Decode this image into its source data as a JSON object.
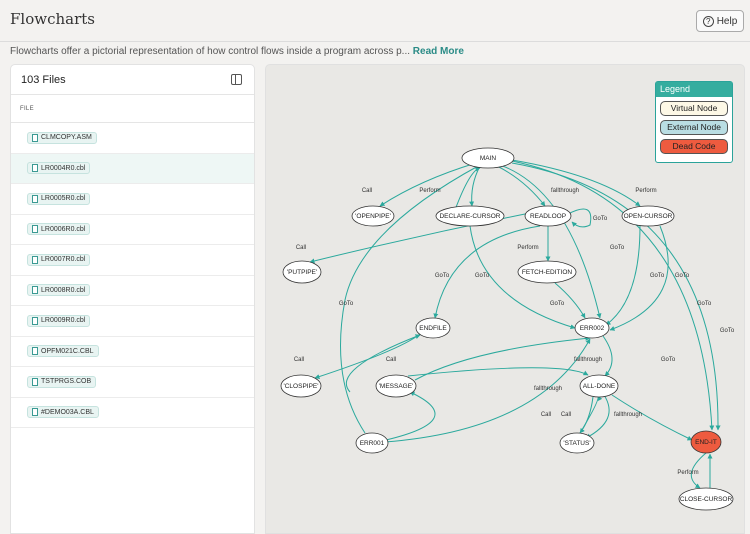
{
  "header": {
    "title": "Flowcharts",
    "help_label": "Help",
    "help_icon": "question-circle-icon"
  },
  "description": {
    "text": "Flowcharts offer a pictorial representation of how control flows inside a program across p...",
    "read_more": "Read More"
  },
  "files": {
    "count_label": "103 Files",
    "column_header": "FILE",
    "items": [
      {
        "name": "CLMCOPY.ASM",
        "selected": false
      },
      {
        "name": "LR0004R0.cbl",
        "selected": true
      },
      {
        "name": "LR0005R0.cbl",
        "selected": false
      },
      {
        "name": "LR0006R0.cbl",
        "selected": false
      },
      {
        "name": "LR0007R0.cbl",
        "selected": false
      },
      {
        "name": "LR0008R0.cbl",
        "selected": false
      },
      {
        "name": "LR0009R0.cbl",
        "selected": false
      },
      {
        "name": "OPFM021C.CBL",
        "selected": false
      },
      {
        "name": "TSTPRGS.COB",
        "selected": false
      },
      {
        "name": "#DEMO03A.CBL",
        "selected": false
      }
    ]
  },
  "legend": {
    "title": "Legend",
    "items": [
      {
        "label": "Virtual Node",
        "color": "#fdf8e6"
      },
      {
        "label": "External Node",
        "color": "#b9dde3"
      },
      {
        "label": "Dead Code",
        "color": "#ee5b3f"
      }
    ]
  },
  "graph": {
    "nodes": [
      {
        "id": "main",
        "label": "MAIN",
        "dead": false
      },
      {
        "id": "openpipe",
        "label": "'OPENPIPE'",
        "dead": false
      },
      {
        "id": "declare",
        "label": "DECLARE-CURSOR",
        "dead": false
      },
      {
        "id": "readloop",
        "label": "READLOOP",
        "dead": false
      },
      {
        "id": "opencursor",
        "label": "OPEN-CURSOR",
        "dead": false
      },
      {
        "id": "putpipe",
        "label": "'PUTPIPE'",
        "dead": false
      },
      {
        "id": "fetch",
        "label": "FETCH-EDITION",
        "dead": false
      },
      {
        "id": "endfile",
        "label": "ENDFILE",
        "dead": false
      },
      {
        "id": "err002",
        "label": "ERR002",
        "dead": false
      },
      {
        "id": "clospipe",
        "label": "'CLOSPIPE'",
        "dead": false
      },
      {
        "id": "message",
        "label": "'MESSAGE'",
        "dead": false
      },
      {
        "id": "alldone",
        "label": "ALL-DONE",
        "dead": false
      },
      {
        "id": "err001",
        "label": "ERR001",
        "dead": false
      },
      {
        "id": "status",
        "label": "'STATUS'",
        "dead": false
      },
      {
        "id": "endit",
        "label": "END-IT",
        "dead": true
      },
      {
        "id": "closecursor",
        "label": "CLOSE-CURSOR",
        "dead": false
      }
    ],
    "edge_labels": [
      {
        "text": "Call"
      },
      {
        "text": "Perform"
      },
      {
        "text": "fallthrough"
      },
      {
        "text": "Perform"
      },
      {
        "text": "GoTo"
      },
      {
        "text": "Call"
      },
      {
        "text": "Perform"
      },
      {
        "text": "GoTo"
      },
      {
        "text": "GoTo"
      },
      {
        "text": "GoTo"
      },
      {
        "text": "GoTo"
      },
      {
        "text": "GoTo"
      },
      {
        "text": "GoTo"
      },
      {
        "text": "GoTo"
      },
      {
        "text": "GoTo"
      },
      {
        "text": "GoTo"
      },
      {
        "text": "Call"
      },
      {
        "text": "Call"
      },
      {
        "text": "fallthrough"
      },
      {
        "text": "GoTo"
      },
      {
        "text": "fallthrough"
      },
      {
        "text": "Call"
      },
      {
        "text": "Call"
      },
      {
        "text": "fallthrough"
      },
      {
        "text": "Perform"
      }
    ]
  }
}
